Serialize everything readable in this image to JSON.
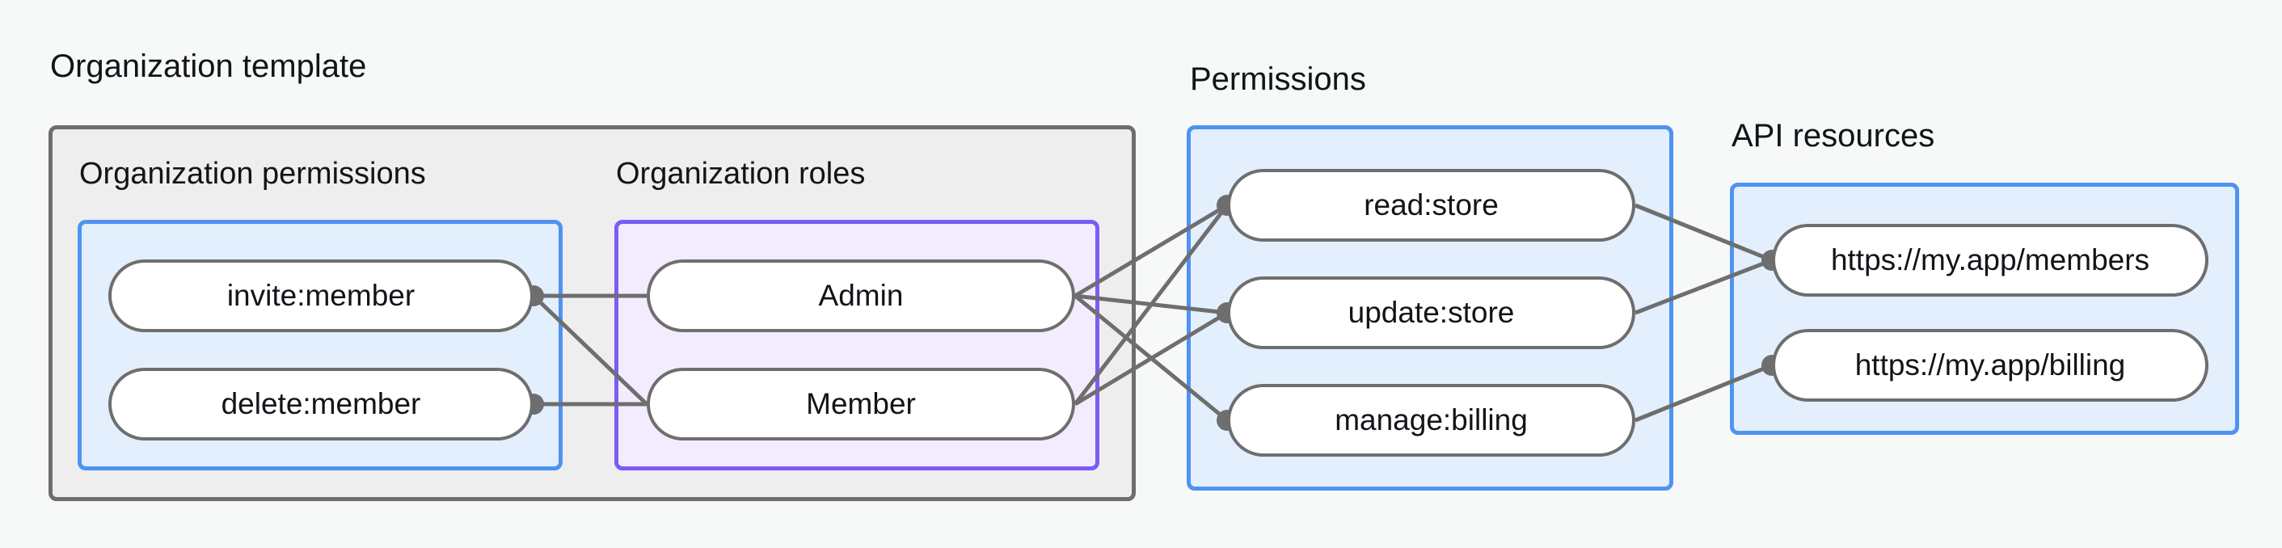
{
  "diagram": {
    "title": "Organization template",
    "background_color": "#f7f8f8",
    "edge_color": "#6e6e6e",
    "node_border_color": "#6e6e6e",
    "node_fill_color": "#ffffff",
    "groups": [
      {
        "id": "organization-template",
        "label": "Organization template",
        "border_color": "#6e6e6e",
        "fill_color": "#eeeeee"
      },
      {
        "id": "permissions",
        "label": "Permissions",
        "border_color": "#4f93f2",
        "fill_color": "#e3effd"
      },
      {
        "id": "api-resources",
        "label": "API resources",
        "border_color": "#4f93f2",
        "fill_color": "#e3effd"
      }
    ],
    "subgroups": [
      {
        "id": "organization-permissions",
        "label": "Organization permissions",
        "border_color": "#4f93f2",
        "fill_color": "#e3effd"
      },
      {
        "id": "organization-roles",
        "label": "Organization roles",
        "border_color": "#7b5cf5",
        "fill_color": "#f3ecfe"
      }
    ],
    "nodes": {
      "organization_permissions": [
        {
          "id": "invite-member",
          "label": "invite:member"
        },
        {
          "id": "delete-member",
          "label": "delete:member"
        }
      ],
      "organization_roles": [
        {
          "id": "admin",
          "label": "Admin"
        },
        {
          "id": "member",
          "label": "Member"
        }
      ],
      "permissions": [
        {
          "id": "read-store",
          "label": "read:store"
        },
        {
          "id": "update-store",
          "label": "update:store"
        },
        {
          "id": "manage-billing",
          "label": "manage:billing"
        }
      ],
      "api_resources": [
        {
          "id": "members-resource",
          "label": "https://my.app/members"
        },
        {
          "id": "billing-resource",
          "label": "https://my.app/billing"
        }
      ]
    },
    "edges": [
      {
        "from": "invite-member",
        "to": "admin"
      },
      {
        "from": "invite-member",
        "to": "member"
      },
      {
        "from": "delete-member",
        "to": "member"
      },
      {
        "from": "admin",
        "to": "read-store"
      },
      {
        "from": "admin",
        "to": "update-store"
      },
      {
        "from": "admin",
        "to": "manage-billing"
      },
      {
        "from": "member",
        "to": "read-store"
      },
      {
        "from": "member",
        "to": "update-store"
      },
      {
        "from": "read-store",
        "to": "members-resource"
      },
      {
        "from": "update-store",
        "to": "members-resource"
      },
      {
        "from": "manage-billing",
        "to": "billing-resource"
      }
    ]
  }
}
